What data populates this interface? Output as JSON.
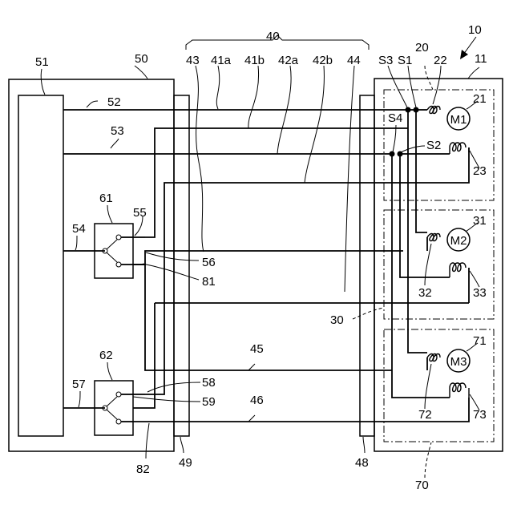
{
  "labels": {
    "l10": "10",
    "l11": "11",
    "l20": "20",
    "l21": "21",
    "l22": "22",
    "l23": "23",
    "l30": "30",
    "l31": "31",
    "l32": "32",
    "l33": "33",
    "l40": "40",
    "l41a": "41a",
    "l41b": "41b",
    "l42a": "42a",
    "l42b": "42b",
    "l43": "43",
    "l44": "44",
    "l45": "45",
    "l46": "46",
    "l48": "48",
    "l49": "49",
    "l50": "50",
    "l51": "51",
    "l52": "52",
    "l53": "53",
    "l54": "54",
    "l55": "55",
    "l56": "56",
    "l57": "57",
    "l58": "58",
    "l59": "59",
    "l61": "61",
    "l62": "62",
    "l70": "70",
    "l71": "71",
    "l72": "72",
    "l73": "73",
    "l81": "81",
    "l82": "82",
    "s1": "S1",
    "s2": "S2",
    "s3": "S3",
    "s4": "S4"
  },
  "motors": {
    "m1": "M1",
    "m2": "M2",
    "m3": "M3"
  }
}
